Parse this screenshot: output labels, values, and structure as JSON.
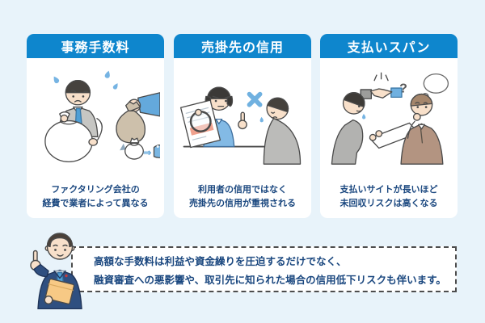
{
  "colors": {
    "background": "#e8f3fa",
    "card_header_blue": "#0e86cd",
    "card_background": "#ffffff",
    "caption_navy": "#1a477f",
    "note_border_gray": "#4d4d4d",
    "note_text_navy": "#1a477f",
    "illustration_accent_blue": "#6fb0e0"
  },
  "cards": [
    {
      "title": "事務手数料",
      "caption_line1": "ファクタリング会社の",
      "caption_line2": "経費で業者によって異なる",
      "illustration": "businessman-money-bags-being-taken"
    },
    {
      "title": "売掛先の信用",
      "caption_line1": "利用者の信用ではなく",
      "caption_line2": "売掛先の信用が重視される",
      "illustration": "woman-examining-document-x-bowing-man"
    },
    {
      "title": "支払いスパン",
      "caption_line1": "支払いサイトが長いほど",
      "caption_line2": "未回収リスクは高くなる",
      "illustration": "businessmen-discussing-contract-thinking"
    }
  ],
  "note": {
    "line1": "高額な手数料は利益や資金繰りを圧迫するだけでなく、",
    "line2": "融資審査への悪影響や、取引先に知られた場合の信用低下リスクも伴います。",
    "illustration": "advisor-pointing-up"
  }
}
